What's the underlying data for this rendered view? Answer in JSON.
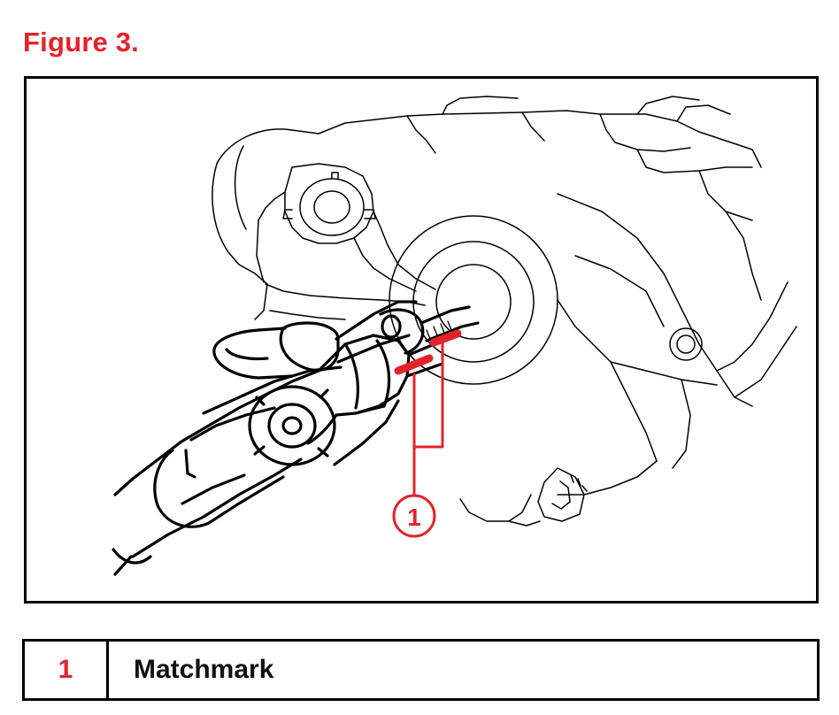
{
  "figure": {
    "title": "Figure 3."
  },
  "callout": {
    "number": "1"
  },
  "legend": [
    {
      "number": "1",
      "label": "Matchmark"
    }
  ],
  "colors": {
    "accent": "#e3232b",
    "line": "#000000",
    "background": "#ffffff"
  },
  "icons": {
    "callout_marker": "circle-callout"
  }
}
